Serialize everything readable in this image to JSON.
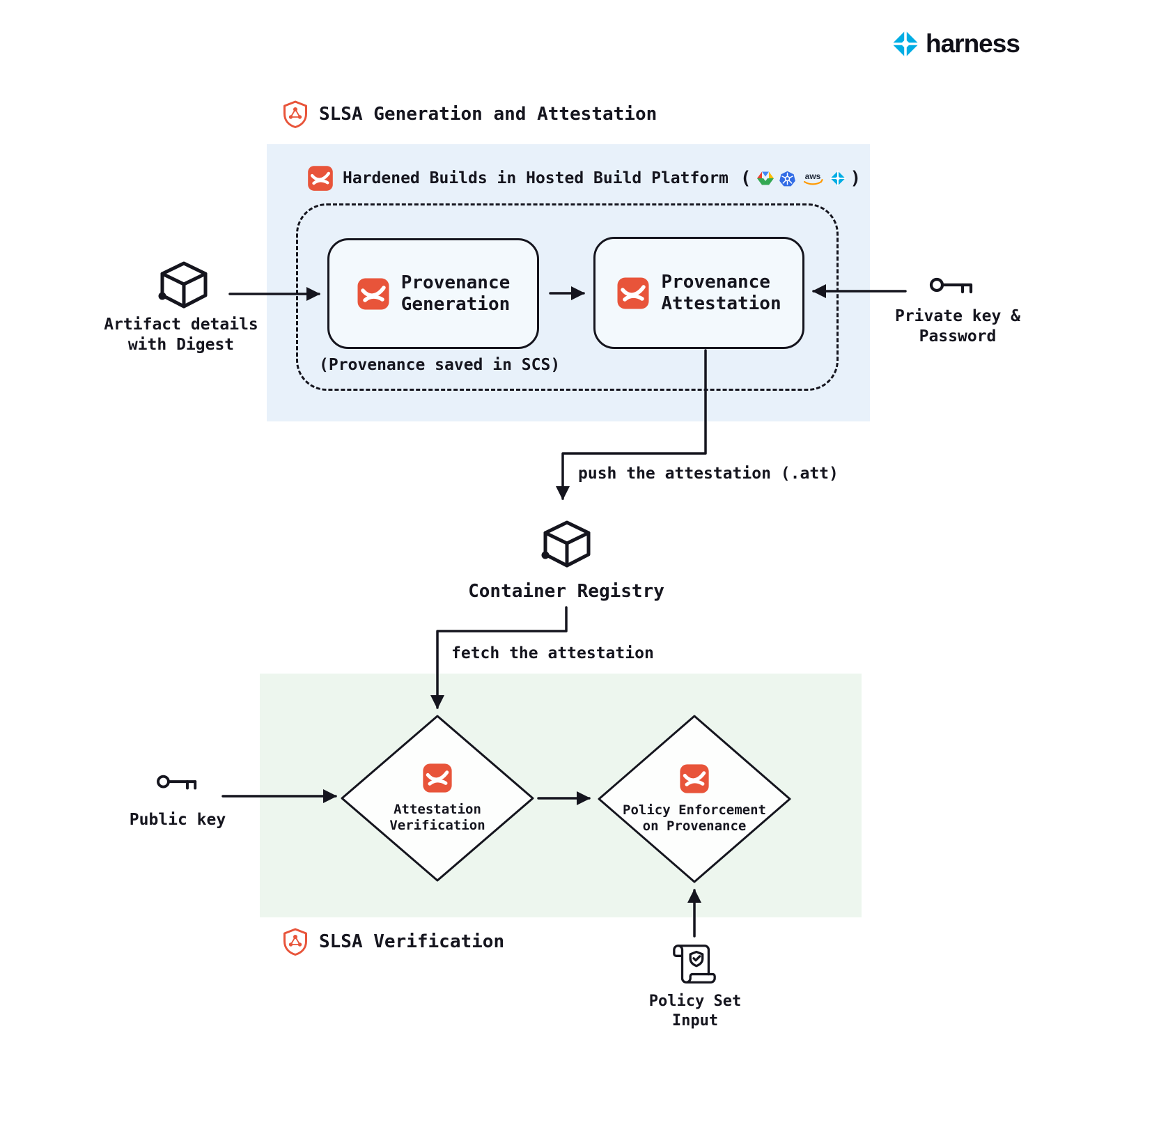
{
  "brand": {
    "name": "harness"
  },
  "generation": {
    "title": "SLSA Generation and Attestation",
    "platform_label": "Hardened Builds in Hosted Build Platform",
    "paren_open": "(",
    "paren_close": ")",
    "platform_providers": [
      "google-cloud",
      "kubernetes",
      "aws",
      "harness"
    ],
    "provenance_generation_label": "Provenance\nGeneration",
    "provenance_attestation_label": "Provenance\nAttestation",
    "saved_note": "(Provenance saved in SCS)"
  },
  "verification": {
    "title": "SLSA Verification",
    "attestation_verification_label": "Attestation\nVerification",
    "policy_enforcement_label": "Policy Enforcement\non Provenance"
  },
  "nodes": {
    "artifact_label": "Artifact details\nwith Digest",
    "private_key_label": "Private key &\nPassword",
    "container_registry_label": "Container Registry",
    "public_key_label": "Public key",
    "policy_set_label": "Policy Set\nInput"
  },
  "edges": {
    "push_label": "push the attestation (.att)",
    "fetch_label": "fetch the attestation"
  },
  "colors": {
    "accent_orange": "#e8543a",
    "panel_blue": "#e8f1fa",
    "panel_green": "#edf6ee",
    "brand_blue": "#00ade4",
    "ink": "#15151e"
  }
}
